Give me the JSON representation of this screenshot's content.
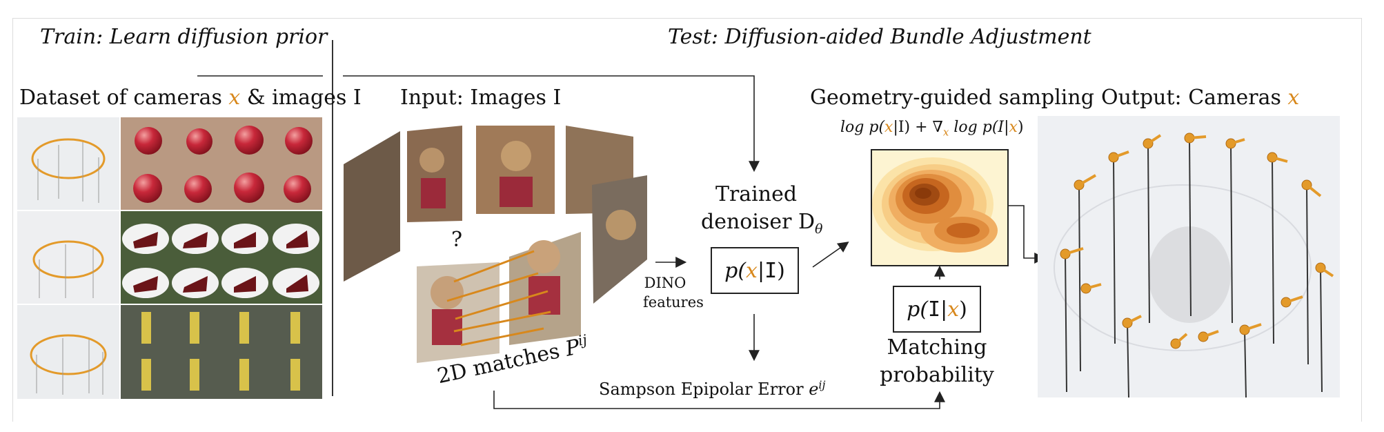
{
  "train": {
    "header": "Train: Learn diffusion prior",
    "dataset_title_prefix": "Dataset of cameras ",
    "dataset_title_var": "x",
    "dataset_title_suffix": " & images I"
  },
  "test": {
    "header": "Test: Diffusion-aided Bundle Adjustment",
    "input_title": "Input: Images I",
    "question_mark": "?",
    "matches_label": "2D matches",
    "matches_symbol": "P",
    "matches_sup": "ij",
    "dino_line1": "DINO",
    "dino_line2": "features",
    "denoiser_line1": "Trained",
    "denoiser_line2": "denoiser D",
    "denoiser_sub": "θ",
    "prior_box": {
      "pre": "p(",
      "var": "x",
      "mid": "|",
      "img": "I",
      "post": ")"
    },
    "sampson_label": "Sampson Epipolar Error",
    "sampson_symbol": "e",
    "sampson_sup": "ij",
    "sampling_title": "Geometry-guided sampling",
    "formula": {
      "a": "log p(",
      "x1": "x",
      "b": "|I) + ∇",
      "x2": "x",
      "c": " log p(I|",
      "x3": "x",
      "d": ")"
    },
    "likelihood_box": {
      "pre": "p(",
      "img": "I",
      "mid": "|",
      "var": "x",
      "post": ")"
    },
    "matching_line1": "Matching",
    "matching_line2": "probability",
    "output_title_prefix": "Output: Cameras ",
    "output_title_var": "x"
  },
  "colors": {
    "accent": "#d8881c",
    "camera_orange": "#e39a2a",
    "heatmap_light": "#fdf4d2",
    "heatmap_dark": "#8a3a0a"
  }
}
